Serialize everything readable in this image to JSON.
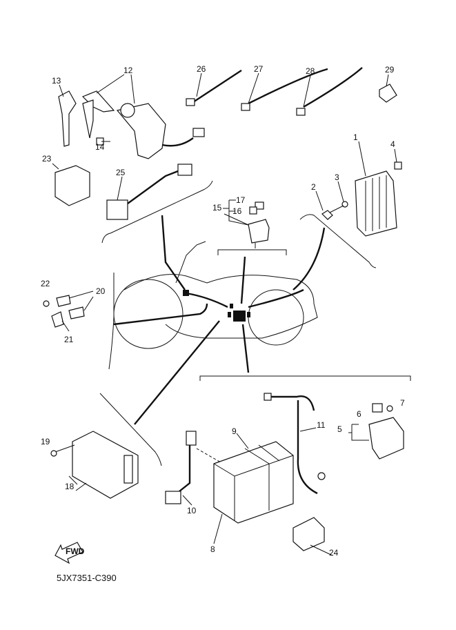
{
  "diagram": {
    "part_code": "5JX7351-C390",
    "fwd_label": "FWD",
    "callouts": {
      "p1": "1",
      "p2": "2",
      "p3": "3",
      "p4": "4",
      "p5": "5",
      "p6": "6",
      "p7": "7",
      "p8": "8",
      "p9": "9",
      "p10": "10",
      "p11": "11",
      "p12": "12",
      "p13": "13",
      "p14": "14",
      "p15": "15",
      "p16": "16",
      "p17": "17",
      "p18": "18",
      "p19": "19",
      "p20": "20",
      "p21": "21",
      "p22": "22",
      "p23": "23",
      "p24": "24",
      "p25": "25",
      "p26": "26",
      "p27": "27",
      "p28": "28",
      "p29": "29"
    }
  }
}
